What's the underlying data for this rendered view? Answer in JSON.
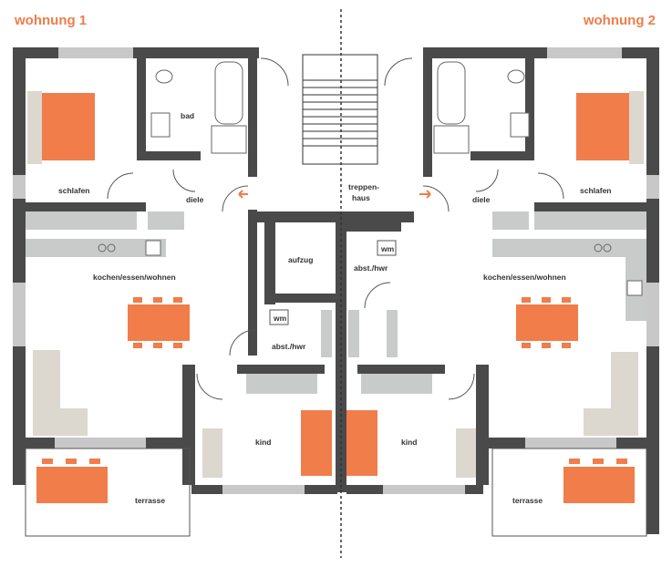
{
  "titles": {
    "left": "wohnung 1",
    "right": "wohnung 2"
  },
  "rooms": {
    "bad": "bad",
    "schlafen": "schlafen",
    "diele": "diele",
    "kochen_essen_wohnen": "kochen/essen/wohnen",
    "terrasse": "terrasse",
    "kind": "kind",
    "abst_hwr": "abst./hwr",
    "wm": "wm",
    "aufzug": "aufzug",
    "treppenhaus_line1": "treppen-",
    "treppenhaus_line2": "haus"
  },
  "colors": {
    "accent": "#f07d4a",
    "wall": "#4a4a4a",
    "kitchen": "#c9cbcb",
    "sofa": "#dcd7cf",
    "window": "#c8c8c8"
  }
}
